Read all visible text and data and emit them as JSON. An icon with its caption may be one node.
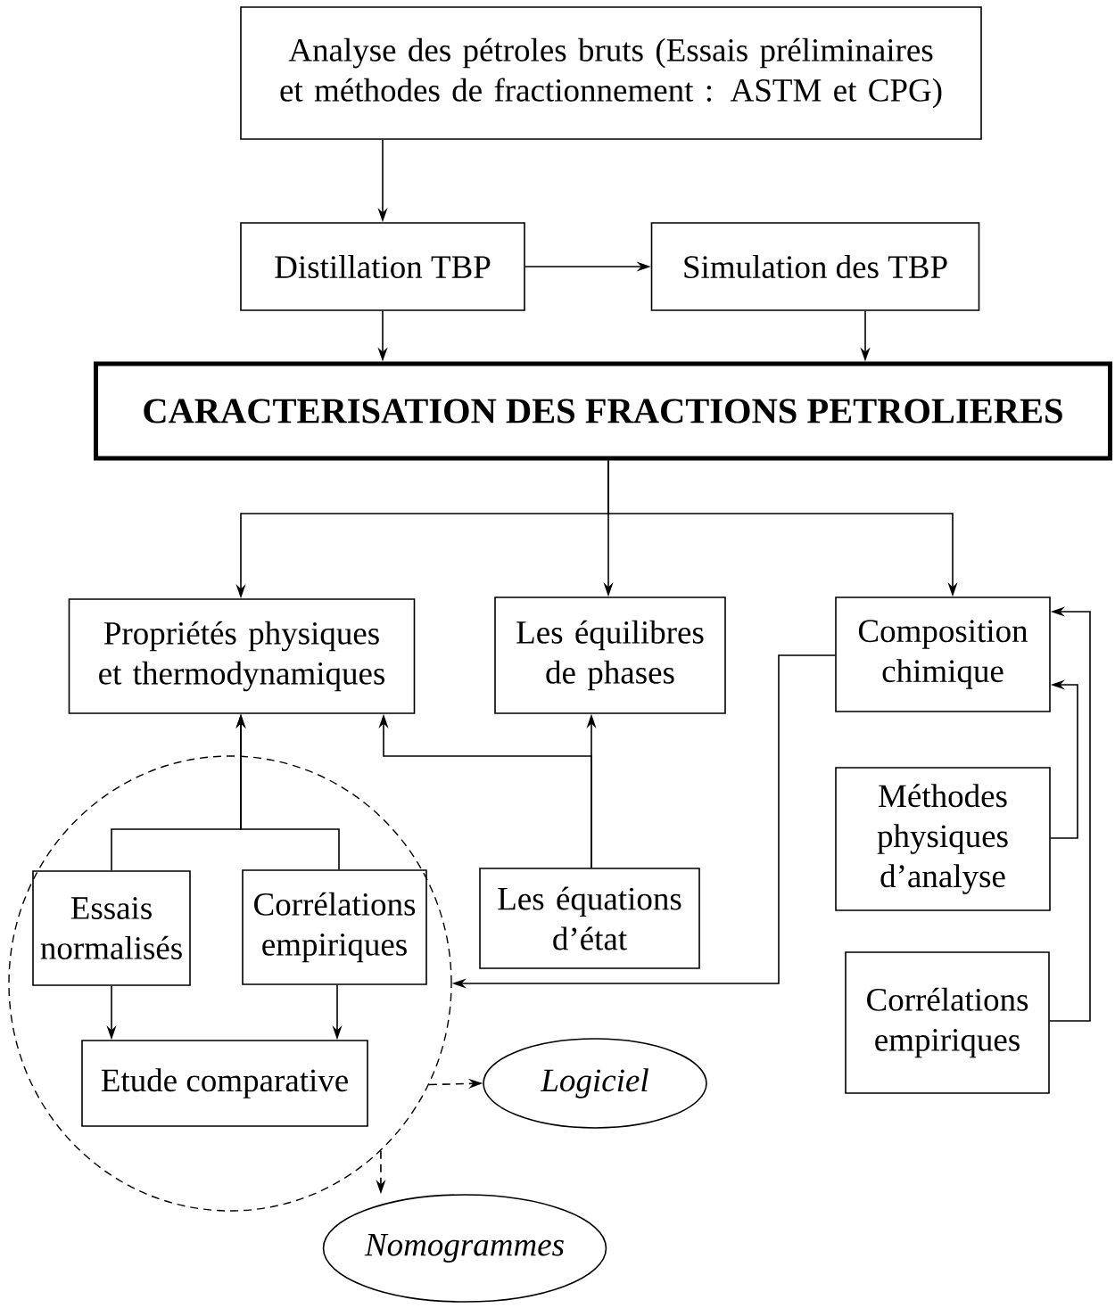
{
  "diagram": {
    "nodes": [
      {
        "text": [
          "Analyse des pétroles bruts (Essais préliminaires et méthodes de fractionnement : ASTM et CPG)"
        ]
      },
      {
        "text": [
          "Distillation TBP"
        ]
      },
      {
        "text": [
          "Simulation des TBP"
        ]
      },
      {
        "text": [
          "CARACTERISATION DES FRACTIONS PETROLIERES"
        ]
      },
      {
        "text": [
          "Propriétés physiques et thermodynamiques"
        ]
      },
      {
        "text": [
          "Les équilibres de phases"
        ]
      },
      {
        "text": [
          "Composition chimique"
        ]
      },
      {
        "text": [],
        "shape": "circle"
      },
      {
        "text": [
          "Essais normalisés"
        ],
        "in": 7
      },
      {
        "text": [
          "Corrélations empiriques"
        ],
        "in": 7
      },
      {
        "text": [
          "Les équations d’état"
        ]
      },
      {
        "text": [
          "Méthodes physiques d’analyse"
        ]
      },
      {
        "text": [
          "Etude comparative"
        ],
        "in": 7
      },
      {
        "text": [
          "Corrélations empiriques"
        ]
      },
      {
        "text": [
          "Logiciel"
        ]
      },
      {
        "text": [
          "Nomogrammes"
        ]
      }
    ],
    "edges": [
      {
        "from": 0,
        "to": 1,
        "arrow": "to"
      },
      {
        "from": 1,
        "to": 2,
        "arrow": "to"
      },
      {
        "from": 1,
        "to": 3,
        "arrow": "to"
      },
      {
        "from": 2,
        "to": 3,
        "arrow": "to"
      },
      {
        "from": 3,
        "to": 4,
        "arrow": "to"
      },
      {
        "from": 3,
        "to": 5,
        "arrow": "to"
      },
      {
        "from": 3,
        "to": 6,
        "arrow": "to"
      },
      {
        "from": 10,
        "to": 5,
        "arrow": "to"
      },
      {
        "from": 10,
        "to": 4,
        "arrow": "to"
      },
      {
        "from": 8,
        "to": 4,
        "arrow": "to"
      },
      {
        "from": 9,
        "to": 4,
        "arrow": "to"
      },
      {
        "from": 8,
        "to": 12,
        "arrow": "to"
      },
      {
        "from": 9,
        "to": 12,
        "arrow": "to"
      },
      {
        "from": 6,
        "to": 7,
        "arrow": "to"
      },
      {
        "from": 11,
        "to": 6,
        "arrow": "to"
      },
      {
        "from": 13,
        "to": 6,
        "arrow": "to"
      },
      {
        "from": 7,
        "to": 14,
        "arrow": "to",
        "style": "dashed"
      },
      {
        "from": 7,
        "to": 15,
        "arrow": "to",
        "style": "dashed"
      }
    ]
  }
}
